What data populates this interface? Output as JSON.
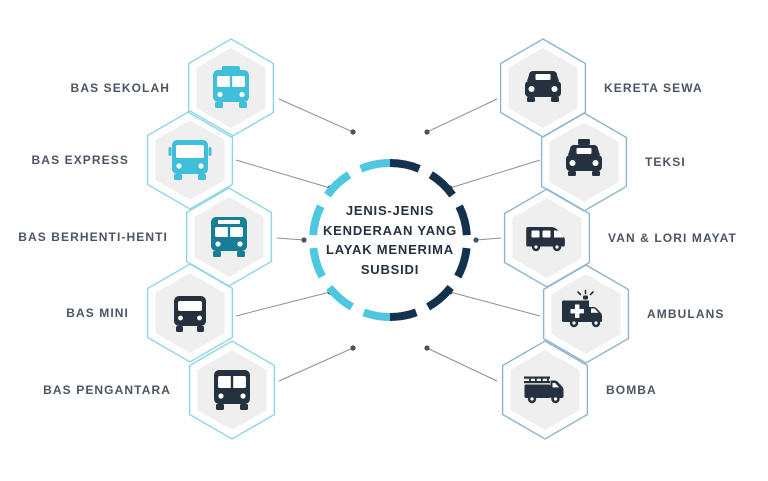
{
  "title": "JENIS-JENIS\nKENDERAAN YANG\nLAYAK MENERIMA\nSUBSIDI",
  "left_items": [
    {
      "label": "BAS SEKOLAH",
      "icon": "school-bus"
    },
    {
      "label": "BAS EXPRESS",
      "icon": "express-bus"
    },
    {
      "label": "BAS BERHENTI-HENTI",
      "icon": "city-bus"
    },
    {
      "label": "BAS MINI",
      "icon": "mini-bus"
    },
    {
      "label": "BAS PENGANTARA",
      "icon": "coach-bus"
    }
  ],
  "right_items": [
    {
      "label": "KERETA SEWA",
      "icon": "car"
    },
    {
      "label": "TEKSI",
      "icon": "taxi"
    },
    {
      "label": "VAN & LORI MAYAT",
      "icon": "van"
    },
    {
      "label": "AMBULANS",
      "icon": "ambulance"
    },
    {
      "label": "BOMBA",
      "icon": "fire-truck"
    }
  ],
  "colors": {
    "cyan": "#4FC7E0",
    "navy": "#14324E",
    "icon_cyan": "#3FBFD9",
    "icon_teal": "#177E95",
    "icon_dark": "#26313F",
    "hex_fill": "#EFEFEF",
    "hex_outline_left": "#8ED5E5",
    "hex_outline_right": "#8FB4CE",
    "connector": "#8C9096",
    "label": "#4B5563",
    "title_text": "#24313F"
  }
}
